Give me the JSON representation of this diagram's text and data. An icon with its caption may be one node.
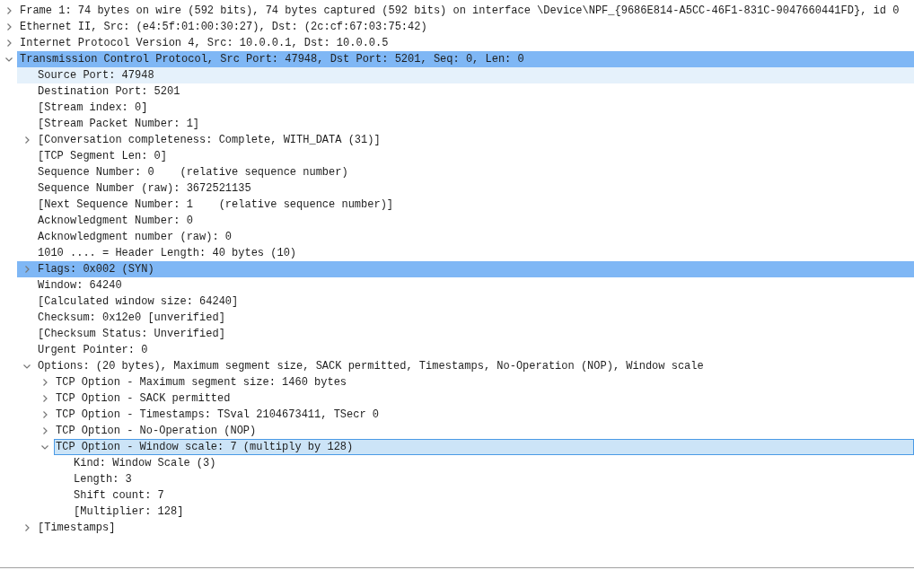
{
  "diagram": {
    "labels": [
      "Frame 1: 74 bytes on wire (592 bits), 74 bytes captured (592 bits) on interface \\Device\\NPF_{9686E814-A5CC-46F1-831C-9047660441FD}, id 0",
      "Ethernet II, Src: (e4:5f:01:00:30:27), Dst: (2c:cf:67:03:75:42)",
      "Internet Protocol Version 4, Src: 10.0.0.1, Dst: 10.0.0.5",
      "Transmission Control Protocol, Src Port: 47948, Dst Port: 5201, Seq: 0, Len: 0",
      "Source Port: 47948",
      "Destination Port: 5201",
      "[Stream index: 0]",
      "[Stream Packet Number: 1]",
      "[Conversation completeness: Complete, WITH_DATA (31)]",
      "[TCP Segment Len: 0]",
      "Sequence Number: 0    (relative sequence number)",
      "Sequence Number (raw): 3672521135",
      "[Next Sequence Number: 1    (relative sequence number)]",
      "Acknowledgment Number: 0",
      "Acknowledgment number (raw): 0",
      "1010 .... = Header Length: 40 bytes (10)",
      "Flags: 0x002 (SYN)",
      "Window: 64240",
      "[Calculated window size: 64240]",
      "Checksum: 0x12e0 [unverified]",
      "[Checksum Status: Unverified]",
      "Urgent Pointer: 0",
      "Options: (20 bytes), Maximum segment size, SACK permitted, Timestamps, No-Operation (NOP), Window scale",
      "TCP Option - Maximum segment size: 1460 bytes",
      "TCP Option - SACK permitted",
      "TCP Option - Timestamps: TSval 2104673411, TSecr 0",
      "TCP Option - No-Operation (NOP)",
      "TCP Option - Window scale: 7 (multiply by 128)",
      "Kind: Window Scale (3)",
      "Length: 3",
      "Shift count: 7",
      "[Multiplier: 128]",
      "[Timestamps]"
    ]
  }
}
